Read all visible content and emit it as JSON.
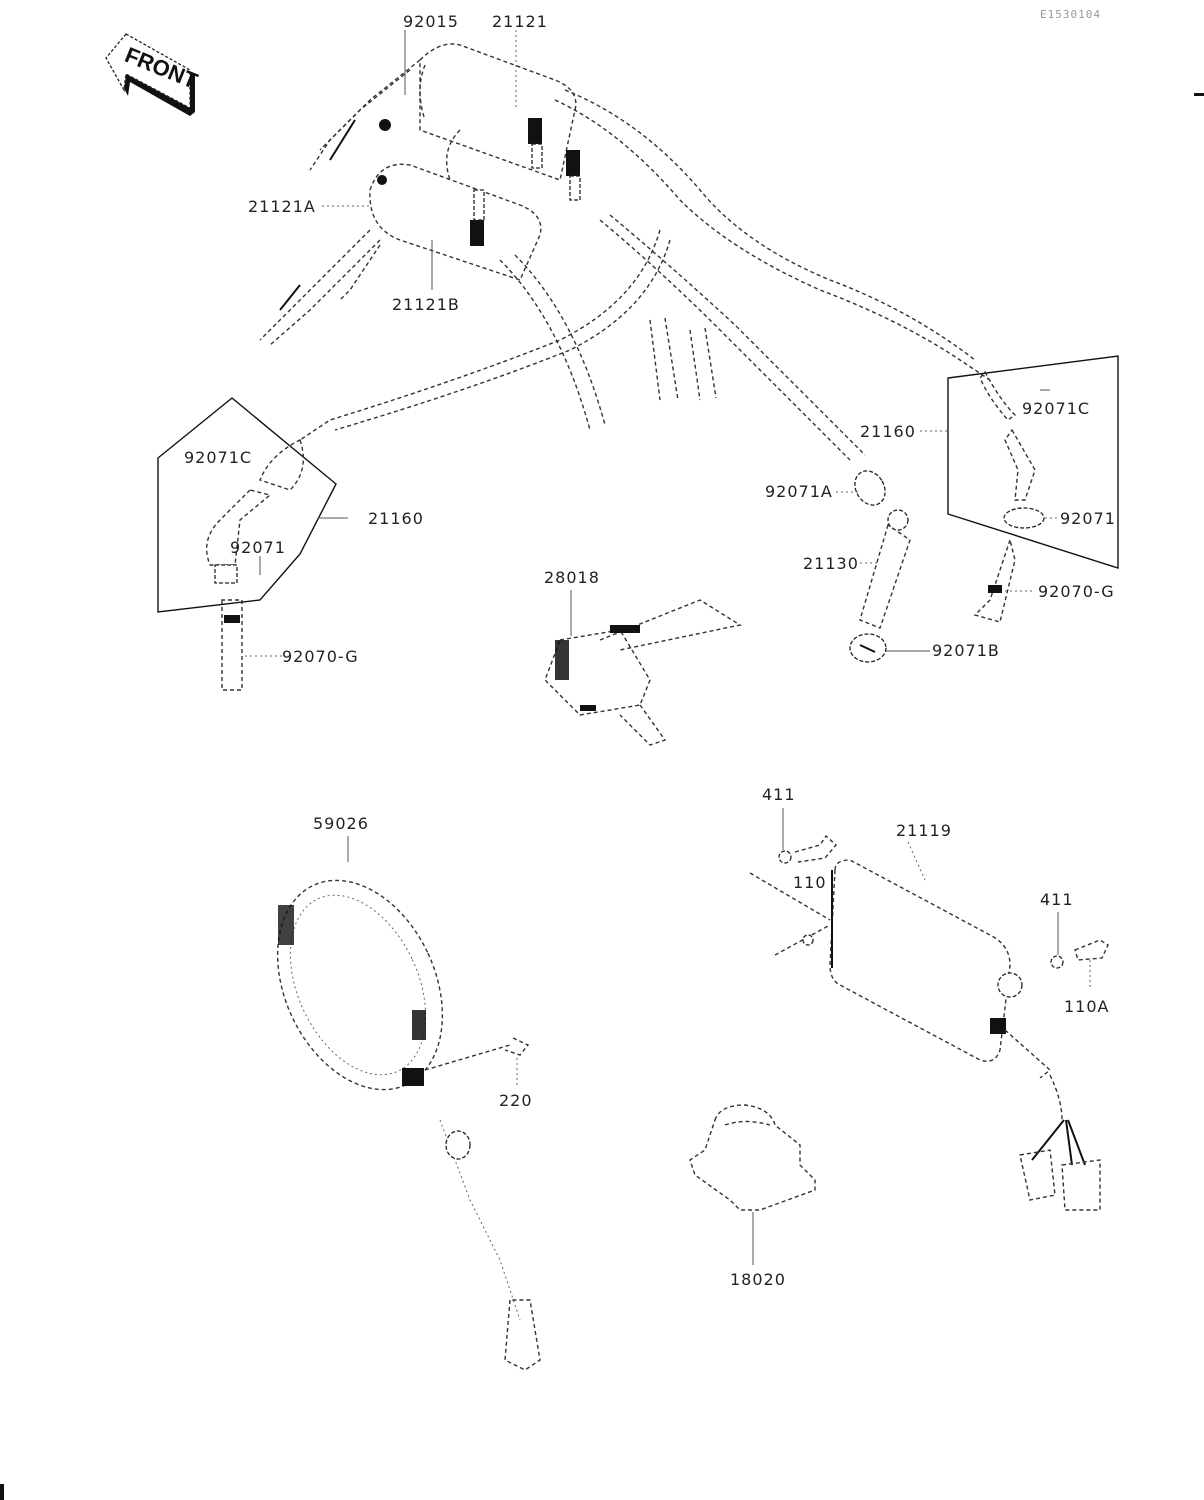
{
  "diagram": {
    "drawing_code": "E1530104",
    "orientation_label": "FRONT",
    "parts": {
      "p92015": "92015",
      "p21121": "21121",
      "p21121A": "21121A",
      "p21121B": "21121B",
      "p92071C_left": "92071C",
      "p21160_left": "21160",
      "p92071_left": "92071",
      "p92070G_left": "92070-G",
      "p28018": "28018",
      "p21160_right": "21160",
      "p92071C_right": "92071C",
      "p92071_right": "92071",
      "p92070G_right": "92070-G",
      "p92071A": "92071A",
      "p21130": "21130",
      "p92071B": "92071B",
      "p59026": "59026",
      "p220": "220",
      "p411_a": "411",
      "p110": "110",
      "p21119": "21119",
      "p411_b": "411",
      "p110A": "110A",
      "p18020": "18020"
    }
  }
}
